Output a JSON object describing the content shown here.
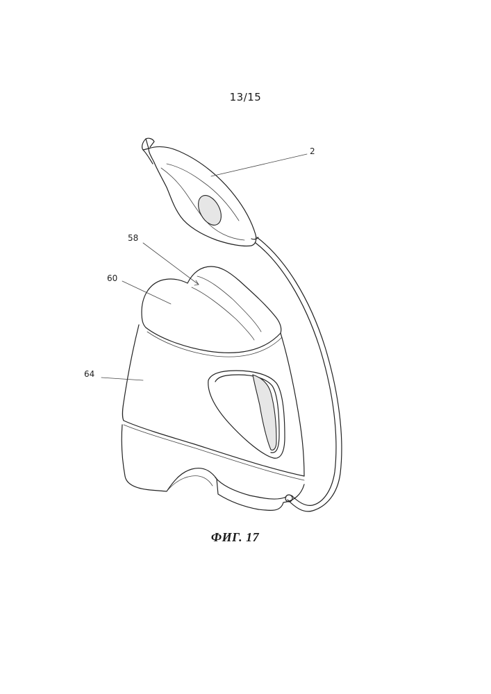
{
  "page": {
    "number": "13/15",
    "caption": "ФИГ. 17"
  },
  "labels": {
    "ref_2": "2",
    "ref_58": "58",
    "ref_60": "60",
    "ref_64": "64"
  }
}
